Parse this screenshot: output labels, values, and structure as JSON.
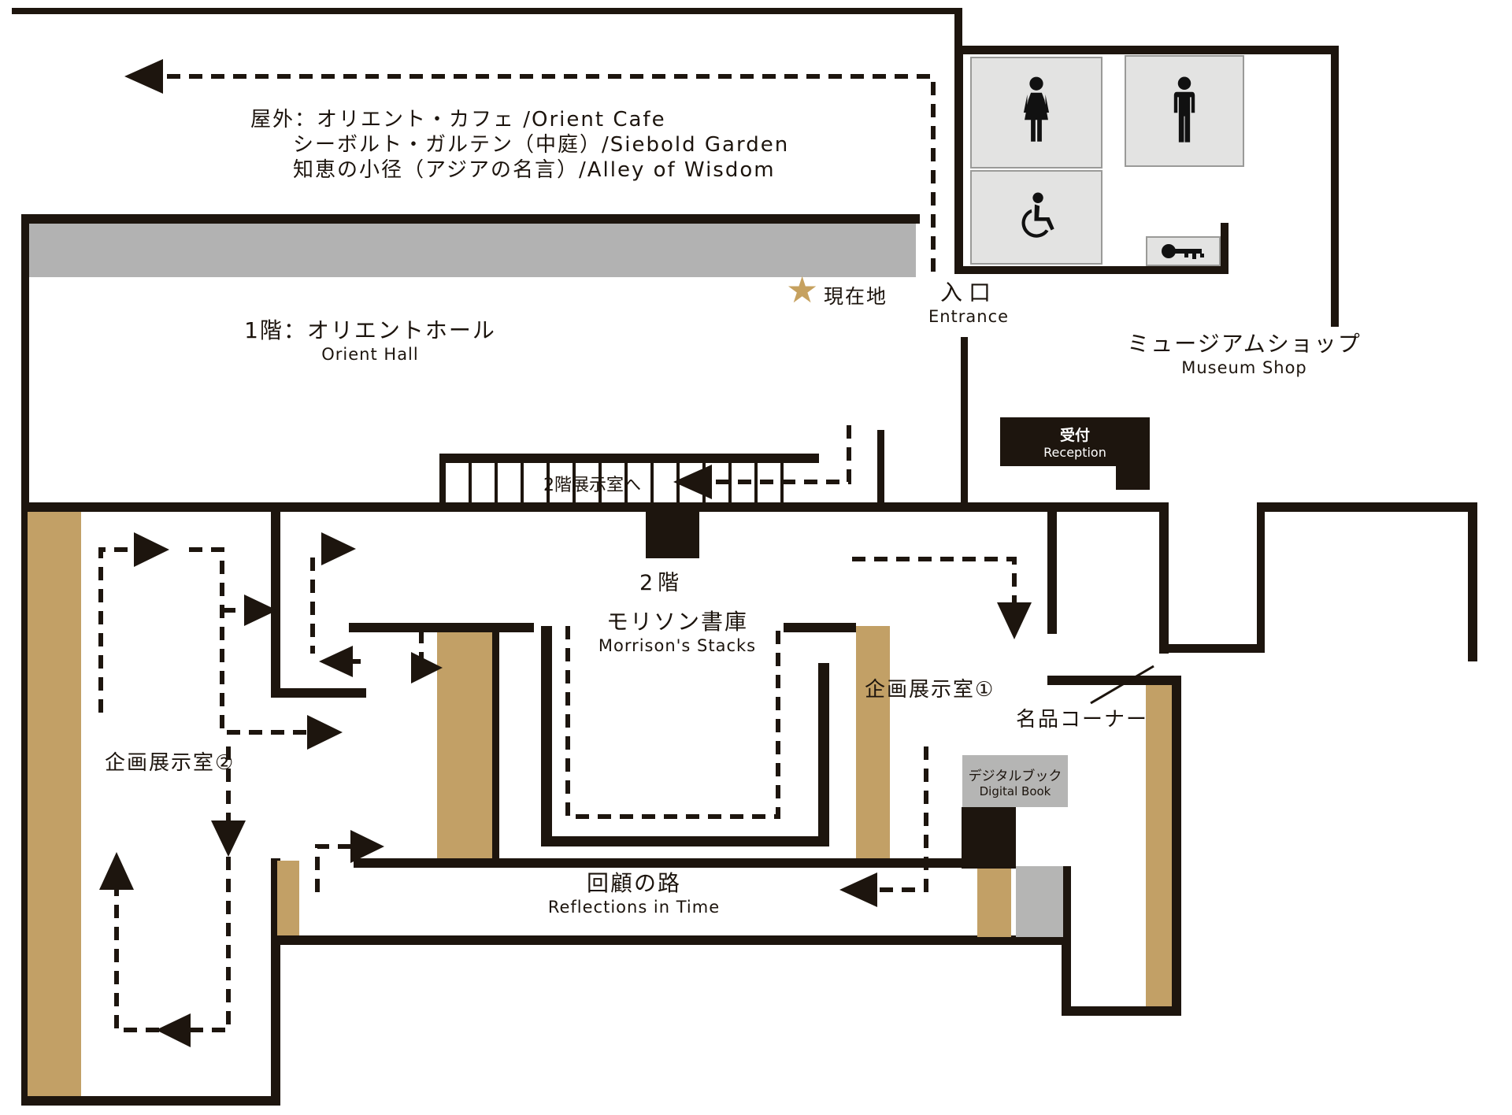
{
  "map_title": "Museum 1F floor map",
  "colors": {
    "wall": "#1d150e",
    "accent_tan": "#c2a066",
    "gray_wall": "#b2b2b2",
    "light_room": "#e3e3e2",
    "label_gray": "#b5b5b4",
    "star_gold": "#c6a15f"
  },
  "outdoor": {
    "line1": "屋外：オリエント・カフェ /Orient Cafe",
    "line2": "シーボルト・ガルテン（中庭）/Siebold Garden",
    "line3": "知恵の小径（アジアの名言）/Alley of Wisdom"
  },
  "current_location": {
    "star_icon": "star",
    "label": "現在地"
  },
  "entrance": {
    "jp": "入口",
    "en": "Entrance"
  },
  "orient_hall": {
    "jp": "1階：オリエントホール",
    "en": "Orient Hall"
  },
  "museum_shop": {
    "jp": "ミュージアムショップ",
    "en": "Museum Shop"
  },
  "reception": {
    "jp": "受付",
    "en": "Reception"
  },
  "stairs": {
    "to_2f_label": "2階展示室へ",
    "landing_label": "2階"
  },
  "morrison_stacks": {
    "jp": "モリソン書庫",
    "en": "Morrison's Stacks"
  },
  "rooms": {
    "special_exhibition_1": "企画展示室①",
    "special_exhibition_2": "企画展示室②",
    "masterpiece_corner": "名品コーナー"
  },
  "digital_book": {
    "jp": "デジタルブック",
    "en": "Digital Book"
  },
  "reflections": {
    "jp": "回顧の路",
    "en": "Reflections in Time"
  },
  "facility_icons": {
    "womens_toilet": "womens-toilet-icon",
    "mens_toilet": "mens-toilet-icon",
    "accessible_toilet": "wheelchair-icon",
    "locker_key": "key-icon"
  }
}
